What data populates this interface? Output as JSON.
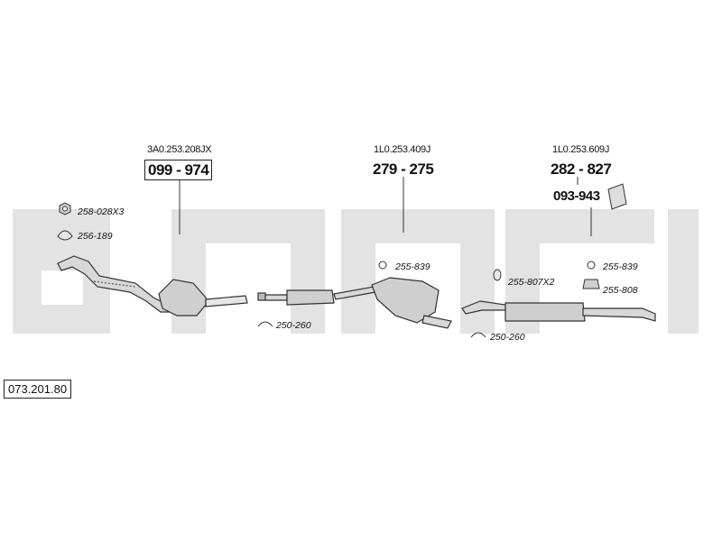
{
  "diagram_code": "073.201.80",
  "parts": [
    {
      "oem": "3A0.253.208JX",
      "number": "099 - 974"
    },
    {
      "oem": "1L0.253.409J",
      "number": "279 - 275"
    },
    {
      "oem": "1L0.253.609J",
      "number": "282 - 827"
    }
  ],
  "extra_part": {
    "number": "093-943"
  },
  "accessories": {
    "nut": "258-028X3",
    "gasket": "256-189",
    "clamp_front": "250-260",
    "ring_mid": "255-839",
    "clamp_mid": "250-260",
    "hanger_mid": "255-807X2",
    "ring_rear": "255-839",
    "rubber_rear": "255-808"
  },
  "colors": {
    "watermark": "#e3e3e3",
    "line": "#333333",
    "part_fill": "#d8d8d8"
  }
}
